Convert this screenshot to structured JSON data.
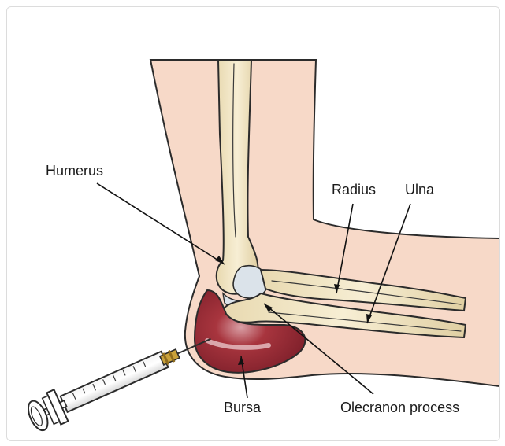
{
  "colors": {
    "skin": "#f7d9c8",
    "bone": "#f2e6c4",
    "bone_shade": "#d9c9a0",
    "cartilage": "#dbe3ea",
    "bursa": "#a8353e",
    "bursa_dark": "#7d1f2a",
    "syringe_tip": "#c9a13a",
    "ink": "#2b2b2b"
  },
  "labels": {
    "humerus": "Humerus",
    "radius": "Radius",
    "ulna": "Ulna",
    "bursa": "Bursa",
    "olecranon": "Olecranon process"
  },
  "icons": {
    "syringe": "syringe-illustration",
    "arm": "elbow-cross-section-illustration"
  }
}
